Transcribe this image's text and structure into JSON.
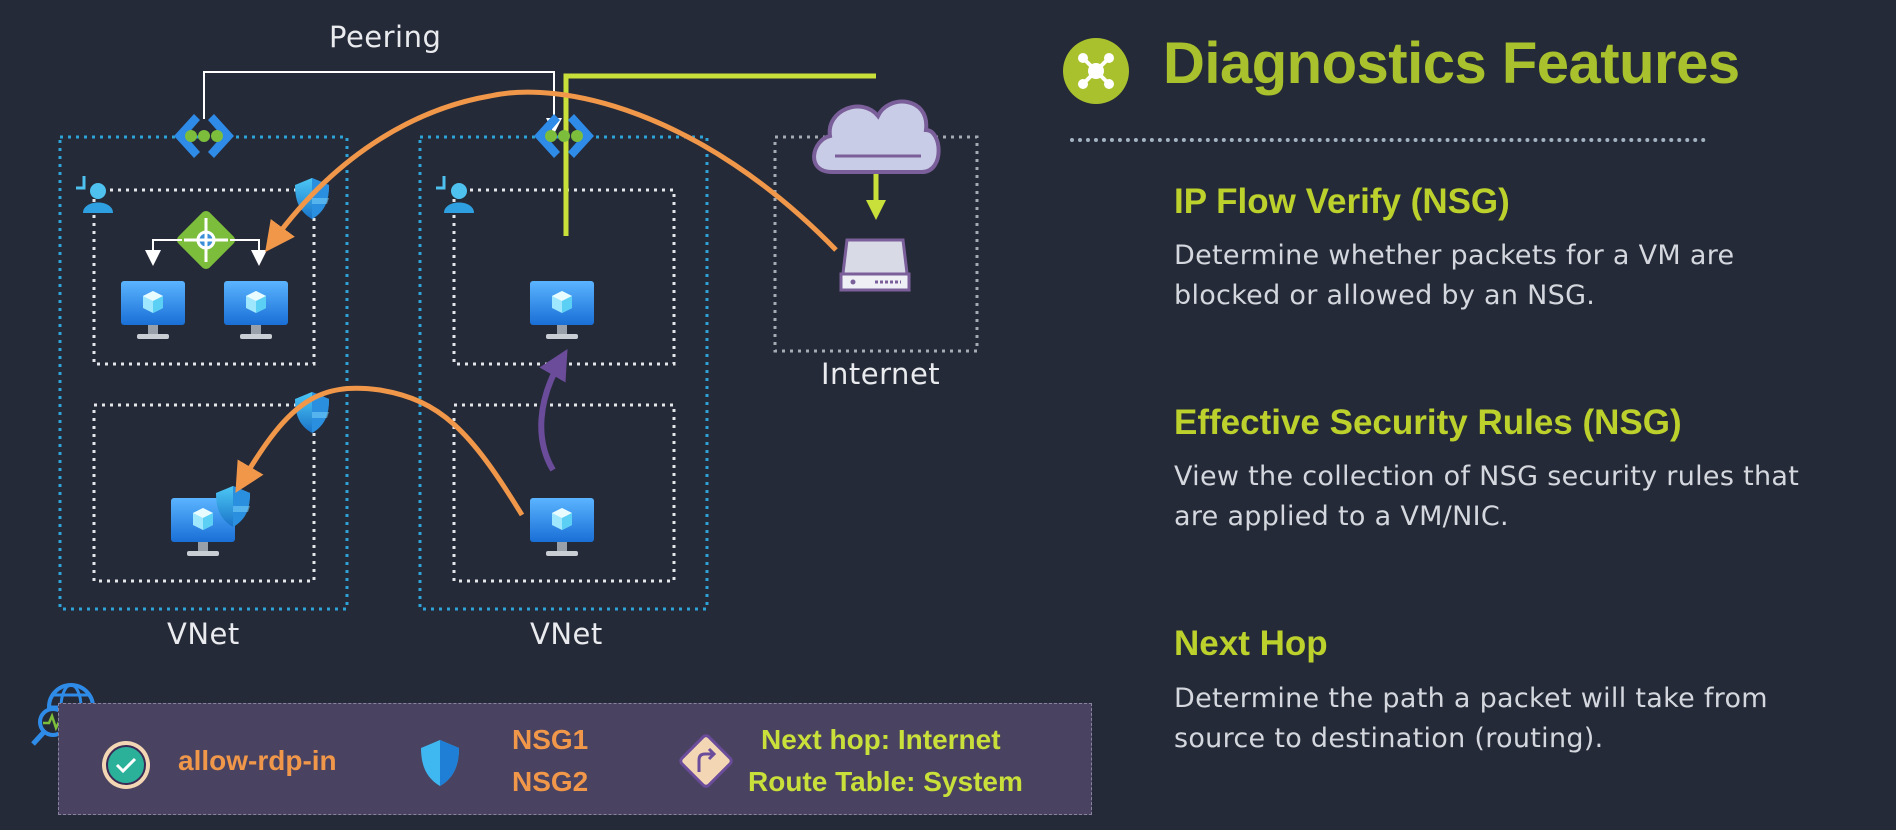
{
  "diagram": {
    "peering_label": "Peering",
    "vnet1_label": "VNet",
    "vnet2_label": "VNet",
    "internet_label": "Internet"
  },
  "header": {
    "title": "Diagnostics Features",
    "icon": "network-watcher-icon"
  },
  "features": [
    {
      "title": "IP Flow Verify (NSG)",
      "description": "Determine whether packets for a VM are blocked or allowed by an NSG."
    },
    {
      "title": "Effective Security Rules (NSG)",
      "description": "View the collection of NSG security rules that are applied to a VM/NIC."
    },
    {
      "title": "Next Hop",
      "description": "Determine the path a packet will take from source to destination (routing)."
    }
  ],
  "legend": {
    "rule_text": "allow-rdp-in",
    "nsg1": "NSG1",
    "nsg2": "NSG2",
    "next_hop": "Next hop: Internet",
    "route_table": "Route Table: System"
  },
  "colors": {
    "background": "#252a38",
    "accent_green": "#a9c12d",
    "orange_flow": "#f0974a",
    "purple_flow": "#6b4c9a",
    "vnet_border": "#2ea3d8",
    "legend_bg": "#494260",
    "legend_orange": "#f0974a",
    "legend_green": "#c9df3a"
  }
}
